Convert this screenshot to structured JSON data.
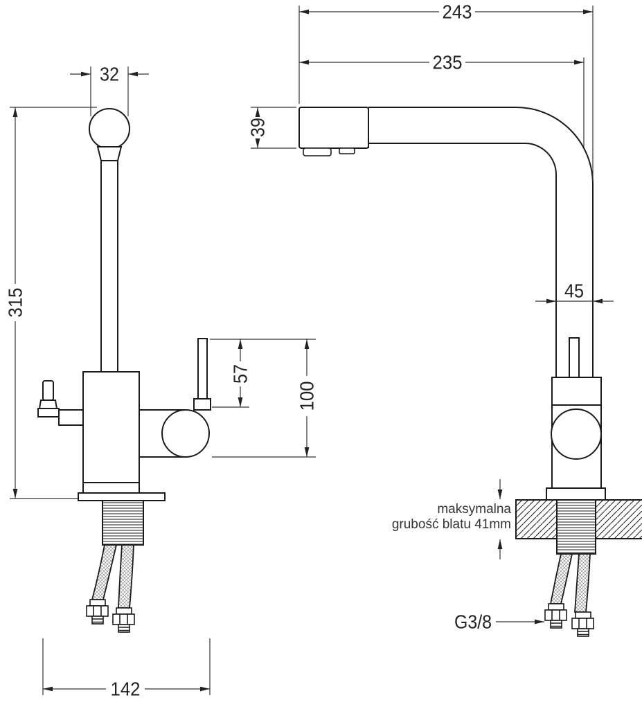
{
  "drawing": {
    "front_view": {
      "dim_knob_width": "32",
      "dim_total_height": "315",
      "dim_outlet_upper": "57",
      "dim_outlet_total": "100",
      "dim_base_spread": "142"
    },
    "side_view": {
      "dim_reach_outer": "243",
      "dim_reach_inner": "235",
      "dim_spout_height": "39",
      "dim_pipe_depth": "45",
      "counter_note_line1": "maksymalna",
      "counter_note_line2": "grubość blatu 41mm",
      "thread_size_label": "G3/8"
    },
    "colors": {
      "line": "#1a1a1a",
      "dimension_line": "#333333",
      "text": "#222222",
      "background": "#ffffff"
    }
  }
}
